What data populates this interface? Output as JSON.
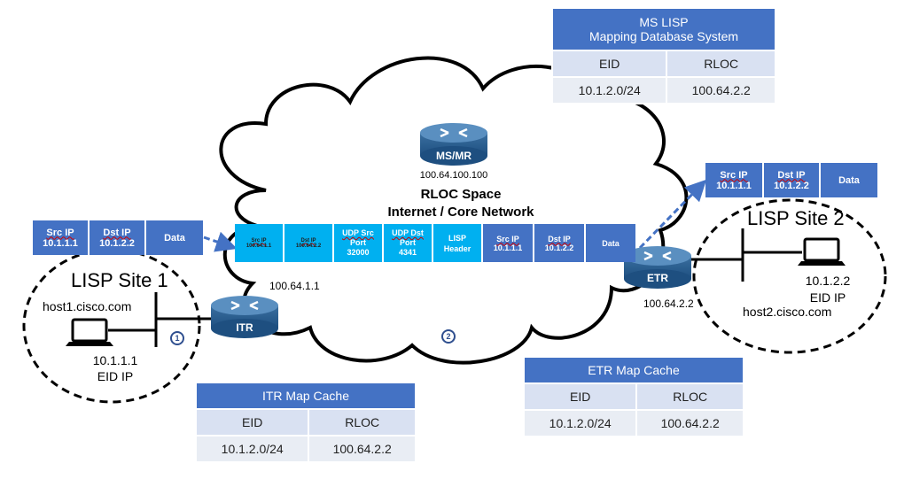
{
  "ms_table": {
    "title_line1": "MS LISP",
    "title_line2": "Mapping Database System",
    "col_eid": "EID",
    "col_rloc": "RLOC",
    "eid": "10.1.2.0/24",
    "rloc": "100.64.2.2"
  },
  "itr_table": {
    "title": "ITR Map Cache",
    "col_eid": "EID",
    "col_rloc": "RLOC",
    "eid": "10.1.2.0/24",
    "rloc": "100.64.2.2"
  },
  "etr_table": {
    "title": "ETR Map Cache",
    "col_eid": "EID",
    "col_rloc": "RLOC",
    "eid": "10.1.2.0/24",
    "rloc": "100.64.2.2"
  },
  "cloud": {
    "line1": "RLOC Space",
    "line2": "Internet / Core Network"
  },
  "routers": {
    "msmr": {
      "label": "MS/MR",
      "ip": "100.64.100.100"
    },
    "itr": {
      "label": "ITR",
      "ip": "100.64.1.1"
    },
    "etr": {
      "label": "ETR",
      "ip": "100.64.2.2"
    }
  },
  "site1": {
    "title": "LISP Site 1",
    "hostname": "host1.cisco.com",
    "ip": "10.1.1.1",
    "eid_label": "EID IP"
  },
  "site2": {
    "title": "LISP Site 2",
    "hostname": "host2.cisco.com",
    "ip": "10.1.2.2",
    "eid_label": "EID IP"
  },
  "packet_left": {
    "src_label": "Src IP",
    "src_val": "10.1.1.1",
    "dst_label": "Dst IP",
    "dst_val": "10.1.2.2",
    "data": "Data"
  },
  "packet_right": {
    "src_label": "Src IP",
    "src_val": "10.1.1.1",
    "dst_label": "Dst IP",
    "dst_val": "10.1.2.2",
    "data": "Data"
  },
  "packet_encap": {
    "outer_src_label": "Src IP",
    "outer_src_val": "100.64.1.1",
    "outer_dst_label": "Dst IP",
    "outer_dst_val": "100.64.2.2",
    "udp_src_l1": "UDP Src",
    "udp_src_l2": "Port",
    "udp_src_val": "32000",
    "udp_dst_l1": "UDP Dst",
    "udp_dst_l2": "Port",
    "udp_dst_val": "4341",
    "lisp_l1": "LISP",
    "lisp_l2": "Header",
    "inner_src_label": "Src IP",
    "inner_src_val": "10.1.1.1",
    "inner_dst_label": "Dst IP",
    "inner_dst_val": "10.1.2.2",
    "data": "Data"
  },
  "steps": {
    "one": "1",
    "two": "2"
  },
  "colors": {
    "header_blue": "#4472c4",
    "light_blue": "#00b0f0",
    "arrow": "#4472c4"
  },
  "icons": [
    "router-icon",
    "laptop-icon"
  ]
}
